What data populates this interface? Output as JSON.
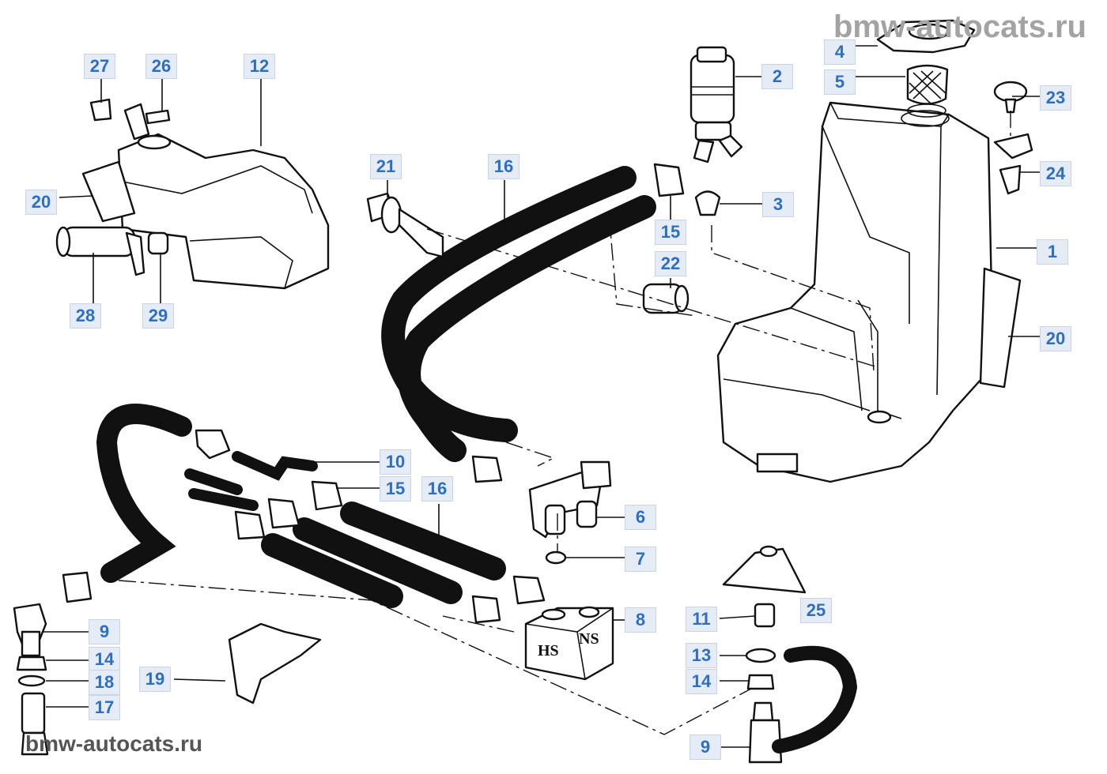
{
  "watermark": {
    "top": "bmw-autocats.ru",
    "bottom": "bmw-autocats.ru"
  },
  "colors": {
    "callout_bg": "#e6ecf5",
    "callout_text": "#2f6fbf",
    "line_art": "#111111",
    "watermark": "#a3a3a3"
  },
  "callouts": {
    "c27": "27",
    "c26": "26",
    "c12": "12",
    "c20a": "20",
    "c28": "28",
    "c29": "29",
    "c21": "21",
    "c16a": "16",
    "c2": "2",
    "c4": "4",
    "c5": "5",
    "c23": "23",
    "c24": "24",
    "c3": "3",
    "c15a": "15",
    "c22": "22",
    "c1": "1",
    "c20b": "20",
    "c10": "10",
    "c15b": "15",
    "c16b": "16",
    "c6": "6",
    "c7": "7",
    "c8": "8",
    "c9a": "9",
    "c14a": "14",
    "c18": "18",
    "c17": "17",
    "c19": "19",
    "c11": "11",
    "c25": "25",
    "c13": "13",
    "c14b": "14",
    "c9b": "9"
  },
  "block_marks": {
    "left": "HS",
    "right": "NS"
  }
}
